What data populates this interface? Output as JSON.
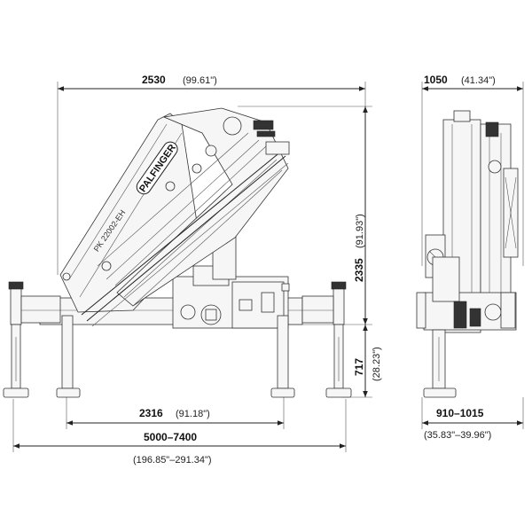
{
  "drawing": {
    "logo_text": "PALFINGER",
    "model_text": "PK 22002-EH"
  },
  "dimensions": {
    "top_width": {
      "mm": "2530",
      "inch": "(99.61\")"
    },
    "height": {
      "mm": "2335",
      "inch": "(91.93\")"
    },
    "lower_height": {
      "mm": "717",
      "inch": "(28.23\")"
    },
    "outrigger_half": {
      "mm": "2316",
      "inch": "(91.18\")"
    },
    "outrigger_span": {
      "mm": "5000–7400",
      "inch": "(196.85\"–291.34\")"
    },
    "side_width": {
      "mm": "1050",
      "inch": "(41.34\")"
    },
    "base_width": {
      "mm": "910–1015",
      "inch": "(35.83\"–39.96\")"
    }
  }
}
